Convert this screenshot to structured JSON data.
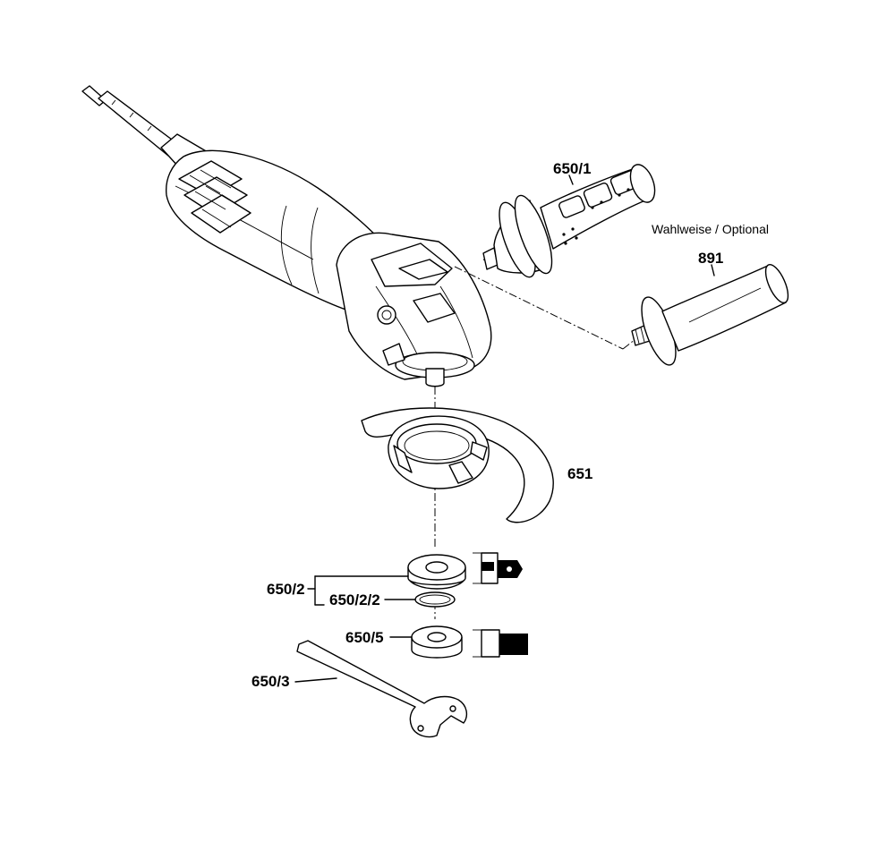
{
  "labels": {
    "handle_main": "650/1",
    "handle_alt": "891",
    "optional_note": "Wahlweise / Optional",
    "guard": "651",
    "flange_set": "650/2",
    "flange_ring": "650/2/2",
    "clamp_nut": "650/5",
    "spanner": "650/3"
  }
}
